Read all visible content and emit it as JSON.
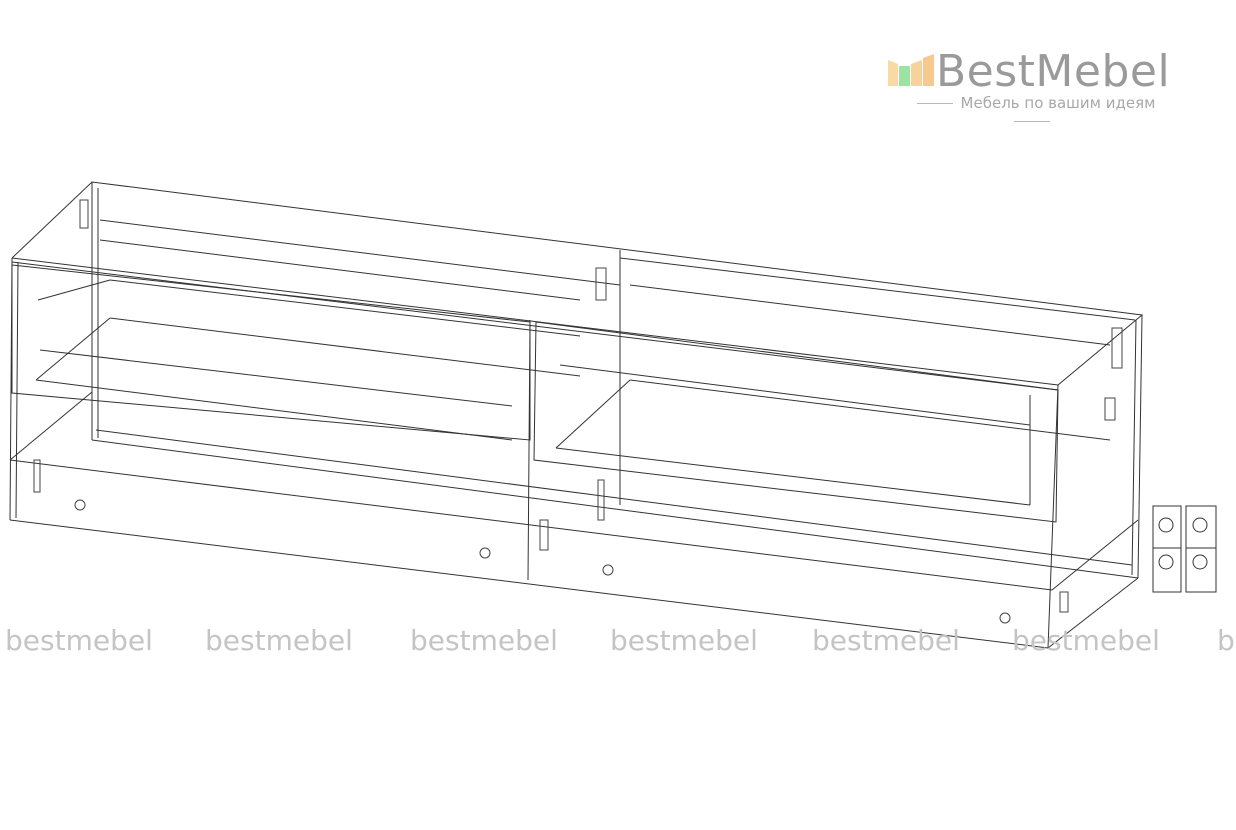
{
  "logo": {
    "name": "BestMebel",
    "tagline": "Мебель по вашим идеям",
    "colors": [
      "#f9d9a6",
      "#9be3a4",
      "#f6c98f"
    ]
  },
  "watermark": {
    "text": "bestmebel",
    "partial": "b",
    "color": "#c4c4c4"
  },
  "drawing": {
    "subject": "cabinet-wireframe",
    "line_color": "#333333"
  }
}
